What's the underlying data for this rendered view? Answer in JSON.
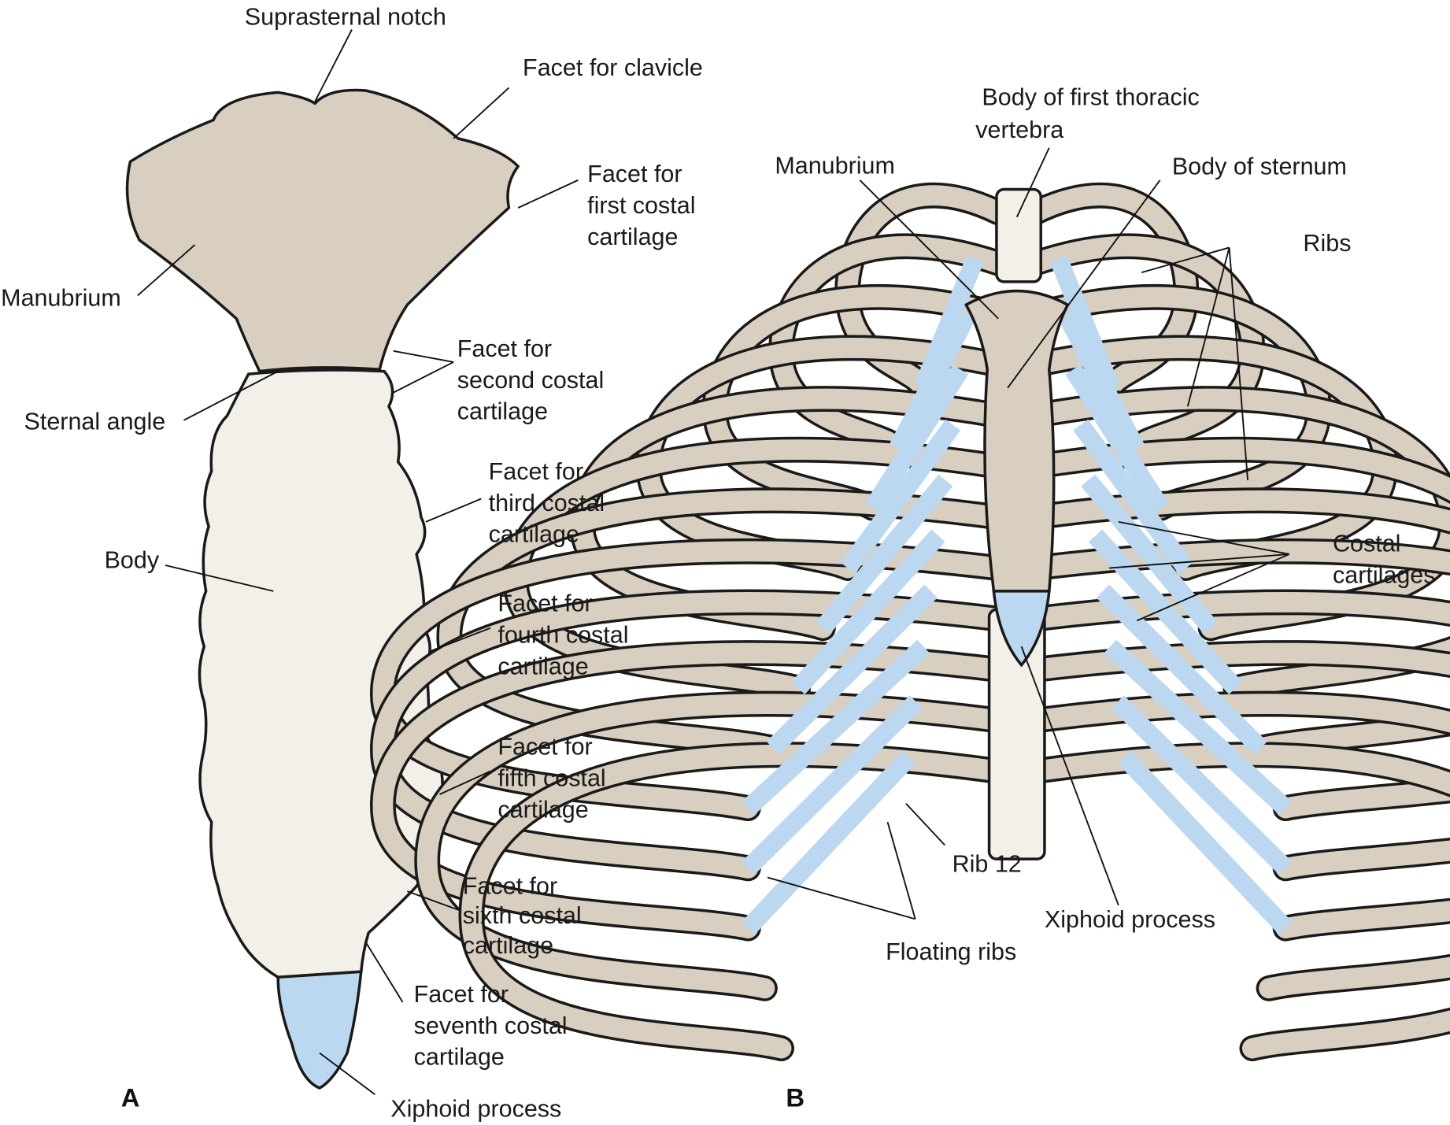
{
  "panel_a": {
    "letter": "A",
    "labels": {
      "suprasternal_notch": "Suprasternal notch",
      "facet_clavicle": "Facet for clavicle",
      "facet_first": [
        "Facet for",
        "first costal",
        "cartilage"
      ],
      "manubrium": "Manubrium",
      "facet_second": [
        "Facet for",
        "second costal",
        "cartilage"
      ],
      "sternal_angle": "Sternal angle",
      "facet_third": [
        "Facet for",
        "third costal",
        "cartilage"
      ],
      "body": "Body",
      "facet_fourth": [
        "Facet for",
        "fourth costal",
        "cartilage"
      ],
      "facet_fifth": [
        "Facet for",
        "fifth costal",
        "cartilage"
      ],
      "facet_sixth": [
        "Facet for",
        "sixth costal",
        "cartilage"
      ],
      "facet_seventh": [
        "Facet for",
        "seventh costal",
        "cartilage"
      ],
      "xiphoid": "Xiphoid process"
    }
  },
  "panel_b": {
    "letter": "B",
    "labels": {
      "body_first_thoracic": [
        "Body of first thoracic",
        "vertebra"
      ],
      "manubrium": "Manubrium",
      "body_sternum": "Body of sternum",
      "ribs": "Ribs",
      "costal_cartilages": [
        "Costal",
        "cartilages"
      ],
      "rib12": "Rib 12",
      "floating_ribs": "Floating ribs",
      "xiphoid": "Xiphoid process"
    }
  },
  "colors": {
    "bone": "#d9cfc0",
    "body_bone": "#f3f0ea",
    "cartilage": "#bcd8f0"
  }
}
